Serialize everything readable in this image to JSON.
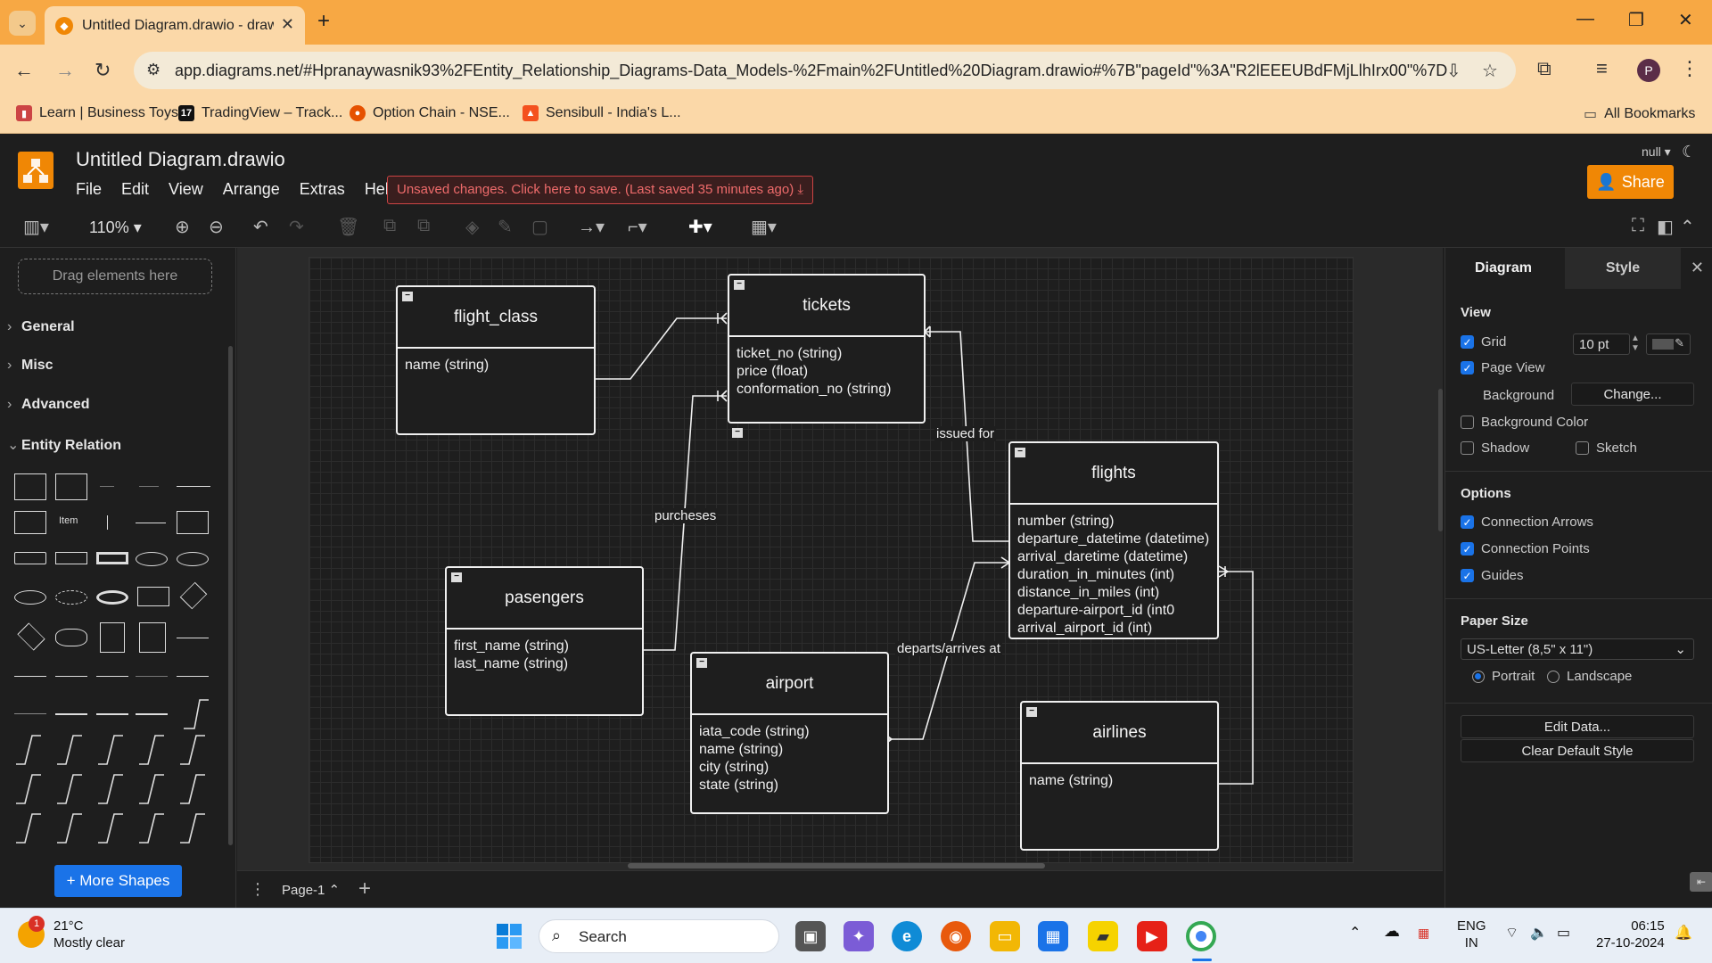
{
  "browser": {
    "tab_title": "Untitled Diagram.drawio - draw",
    "url": "app.diagrams.net/#Hpranaywasnik93%2FEntity_Relationship_Diagrams-Data_Models-%2Fmain%2FUntitled%20Diagram.drawio#%7B\"pageId\"%3A\"R2lEEEUBdFMjLlhIrx00\"%7D",
    "profile_initial": "P",
    "bookmarks": [
      "Learn | Business Toys",
      "TradingView – Track...",
      "Option Chain - NSE...",
      "Sensibull - India's L..."
    ],
    "all_bookmarks": "All Bookmarks"
  },
  "app": {
    "title": "Untitled Diagram.drawio",
    "menu": [
      "File",
      "Edit",
      "View",
      "Arrange",
      "Extras",
      "Help"
    ],
    "unsaved_notice": "Unsaved changes. Click here to save. (Last saved 35 minutes ago)",
    "user": "null",
    "share_label": "Share",
    "zoom": "110%"
  },
  "left_panel": {
    "drag_hint": "Drag elements here",
    "sections": [
      "General",
      "Misc",
      "Advanced",
      "Entity Relation"
    ],
    "item_label": "Item",
    "more_shapes": "+ More Shapes"
  },
  "diagram": {
    "entities": {
      "flight_class": {
        "name": "flight_class",
        "attrs": [
          "name (string)"
        ]
      },
      "tickets": {
        "name": "tickets",
        "attrs": [
          "ticket_no (string)",
          "price (float)",
          "conformation_no (string)"
        ]
      },
      "flights": {
        "name": "flights",
        "attrs": [
          "number (string)",
          "departure_datetime (datetime)",
          "arrival_daretime (datetime)",
          "duration_in_minutes (int)",
          "distance_in_miles (int)",
          "departure-airport_id (int0",
          "arrival_airport_id (int)"
        ]
      },
      "pasengers": {
        "name": "pasengers",
        "attrs": [
          "first_name (string)",
          "last_name (string)"
        ]
      },
      "airport": {
        "name": "airport",
        "attrs": [
          "iata_code (string)",
          "name (string)",
          "city (string)",
          "state (string)"
        ]
      },
      "airlines": {
        "name": "airlines",
        "attrs": [
          "name (string)"
        ]
      }
    },
    "edge_labels": {
      "issued_for": "issued for",
      "purcheses": "purcheses",
      "departs_arrives": "departs/arrives at"
    }
  },
  "page_bar": {
    "page_name": "Page-1"
  },
  "right_panel": {
    "tabs": [
      "Diagram",
      "Style"
    ],
    "view_title": "View",
    "grid_label": "Grid",
    "grid_size": "10 pt",
    "page_view_label": "Page View",
    "background_label": "Background",
    "change_button": "Change...",
    "background_color_label": "Background Color",
    "shadow_label": "Shadow",
    "sketch_label": "Sketch",
    "options_title": "Options",
    "connection_arrows": "Connection Arrows",
    "connection_points": "Connection Points",
    "guides": "Guides",
    "paper_size_title": "Paper Size",
    "paper_size": "US-Letter (8,5\" x 11\")",
    "portrait": "Portrait",
    "landscape": "Landscape",
    "edit_data": "Edit Data...",
    "clear_default_style": "Clear Default Style",
    "checks": {
      "grid": true,
      "page_view": true,
      "background_color": false,
      "shadow": false,
      "sketch": false,
      "connection_arrows": true,
      "connection_points": true,
      "guides": true,
      "portrait": true
    }
  },
  "taskbar": {
    "weather_temp": "21°C",
    "weather_desc": "Mostly clear",
    "weather_badge": "1",
    "search": "Search",
    "lang1": "ENG",
    "lang2": "IN",
    "time": "06:15",
    "date": "27-10-2024"
  },
  "colors": {
    "accent": "#f08705",
    "canvas_bg": "#1e1e1e",
    "browser_frame": "#f7a844",
    "checkbox": "#1a73e8"
  }
}
